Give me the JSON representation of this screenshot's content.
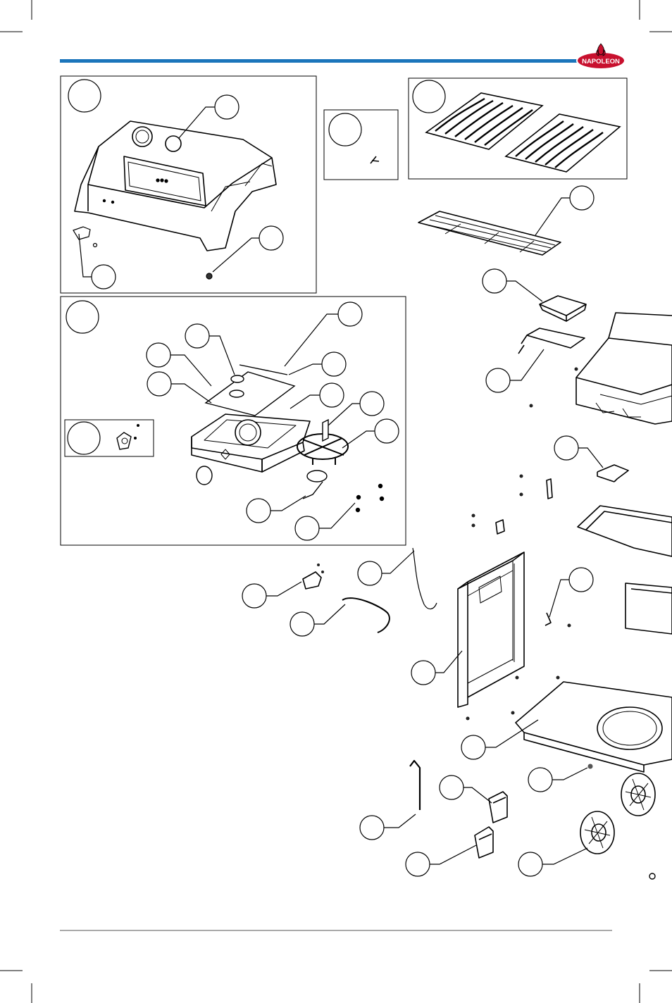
{
  "brand": {
    "logo_text": "NAPOLEON",
    "accent_color": "#1b75bb",
    "logo_color": "#c8102e"
  },
  "diagram": {
    "type": "exploded-parts-view",
    "callout_count": 33,
    "panels": [
      "lid-assembly",
      "fastener-detail",
      "cooking-grids",
      "side-burner-assembly",
      "side-burner-knob-detail"
    ]
  },
  "icons": [
    "napoleon-flame-logo-icon"
  ]
}
